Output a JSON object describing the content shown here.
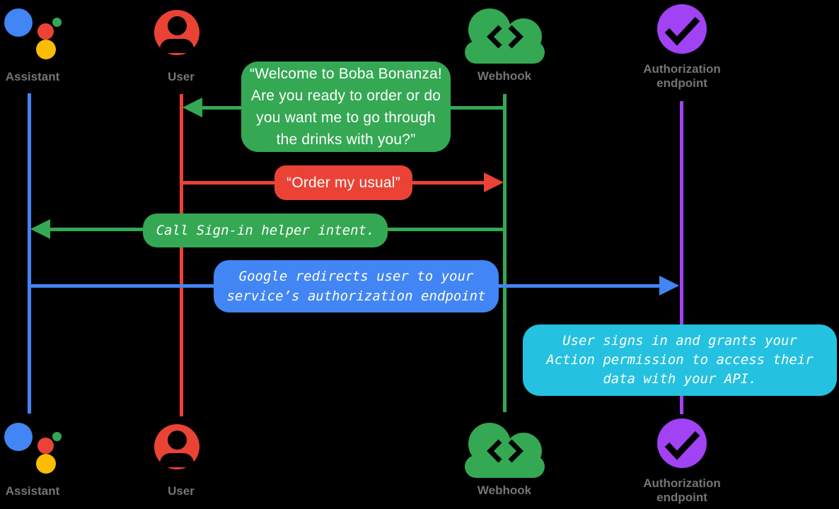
{
  "colors": {
    "blue": "#4285F4",
    "red": "#EA4335",
    "green": "#34A853",
    "yellow": "#FBBC04",
    "purple": "#A142F4",
    "cyan": "#24C1E0",
    "label_gray": "#757575"
  },
  "actors": {
    "assistant": {
      "label": "Assistant"
    },
    "user": {
      "label": "User"
    },
    "webhook": {
      "label": "Webhook"
    },
    "authorization": {
      "label_line1": "Authorization",
      "label_line2": "endpoint"
    }
  },
  "messages": {
    "welcome": {
      "lines": [
        "“Welcome to Boba Bonanza!",
        "Are you ready to order or do",
        "you want me to go through",
        "the drinks with you?”"
      ]
    },
    "order": {
      "text": "“Order my usual”"
    },
    "signin": {
      "text": "Call Sign-in helper intent."
    },
    "redirect": {
      "lines": [
        "Google redirects user to your",
        "service’s authorization endpoint"
      ]
    },
    "grant": {
      "lines": [
        "User signs in and grants your",
        "Action permission to access their",
        "data with your API."
      ]
    }
  }
}
